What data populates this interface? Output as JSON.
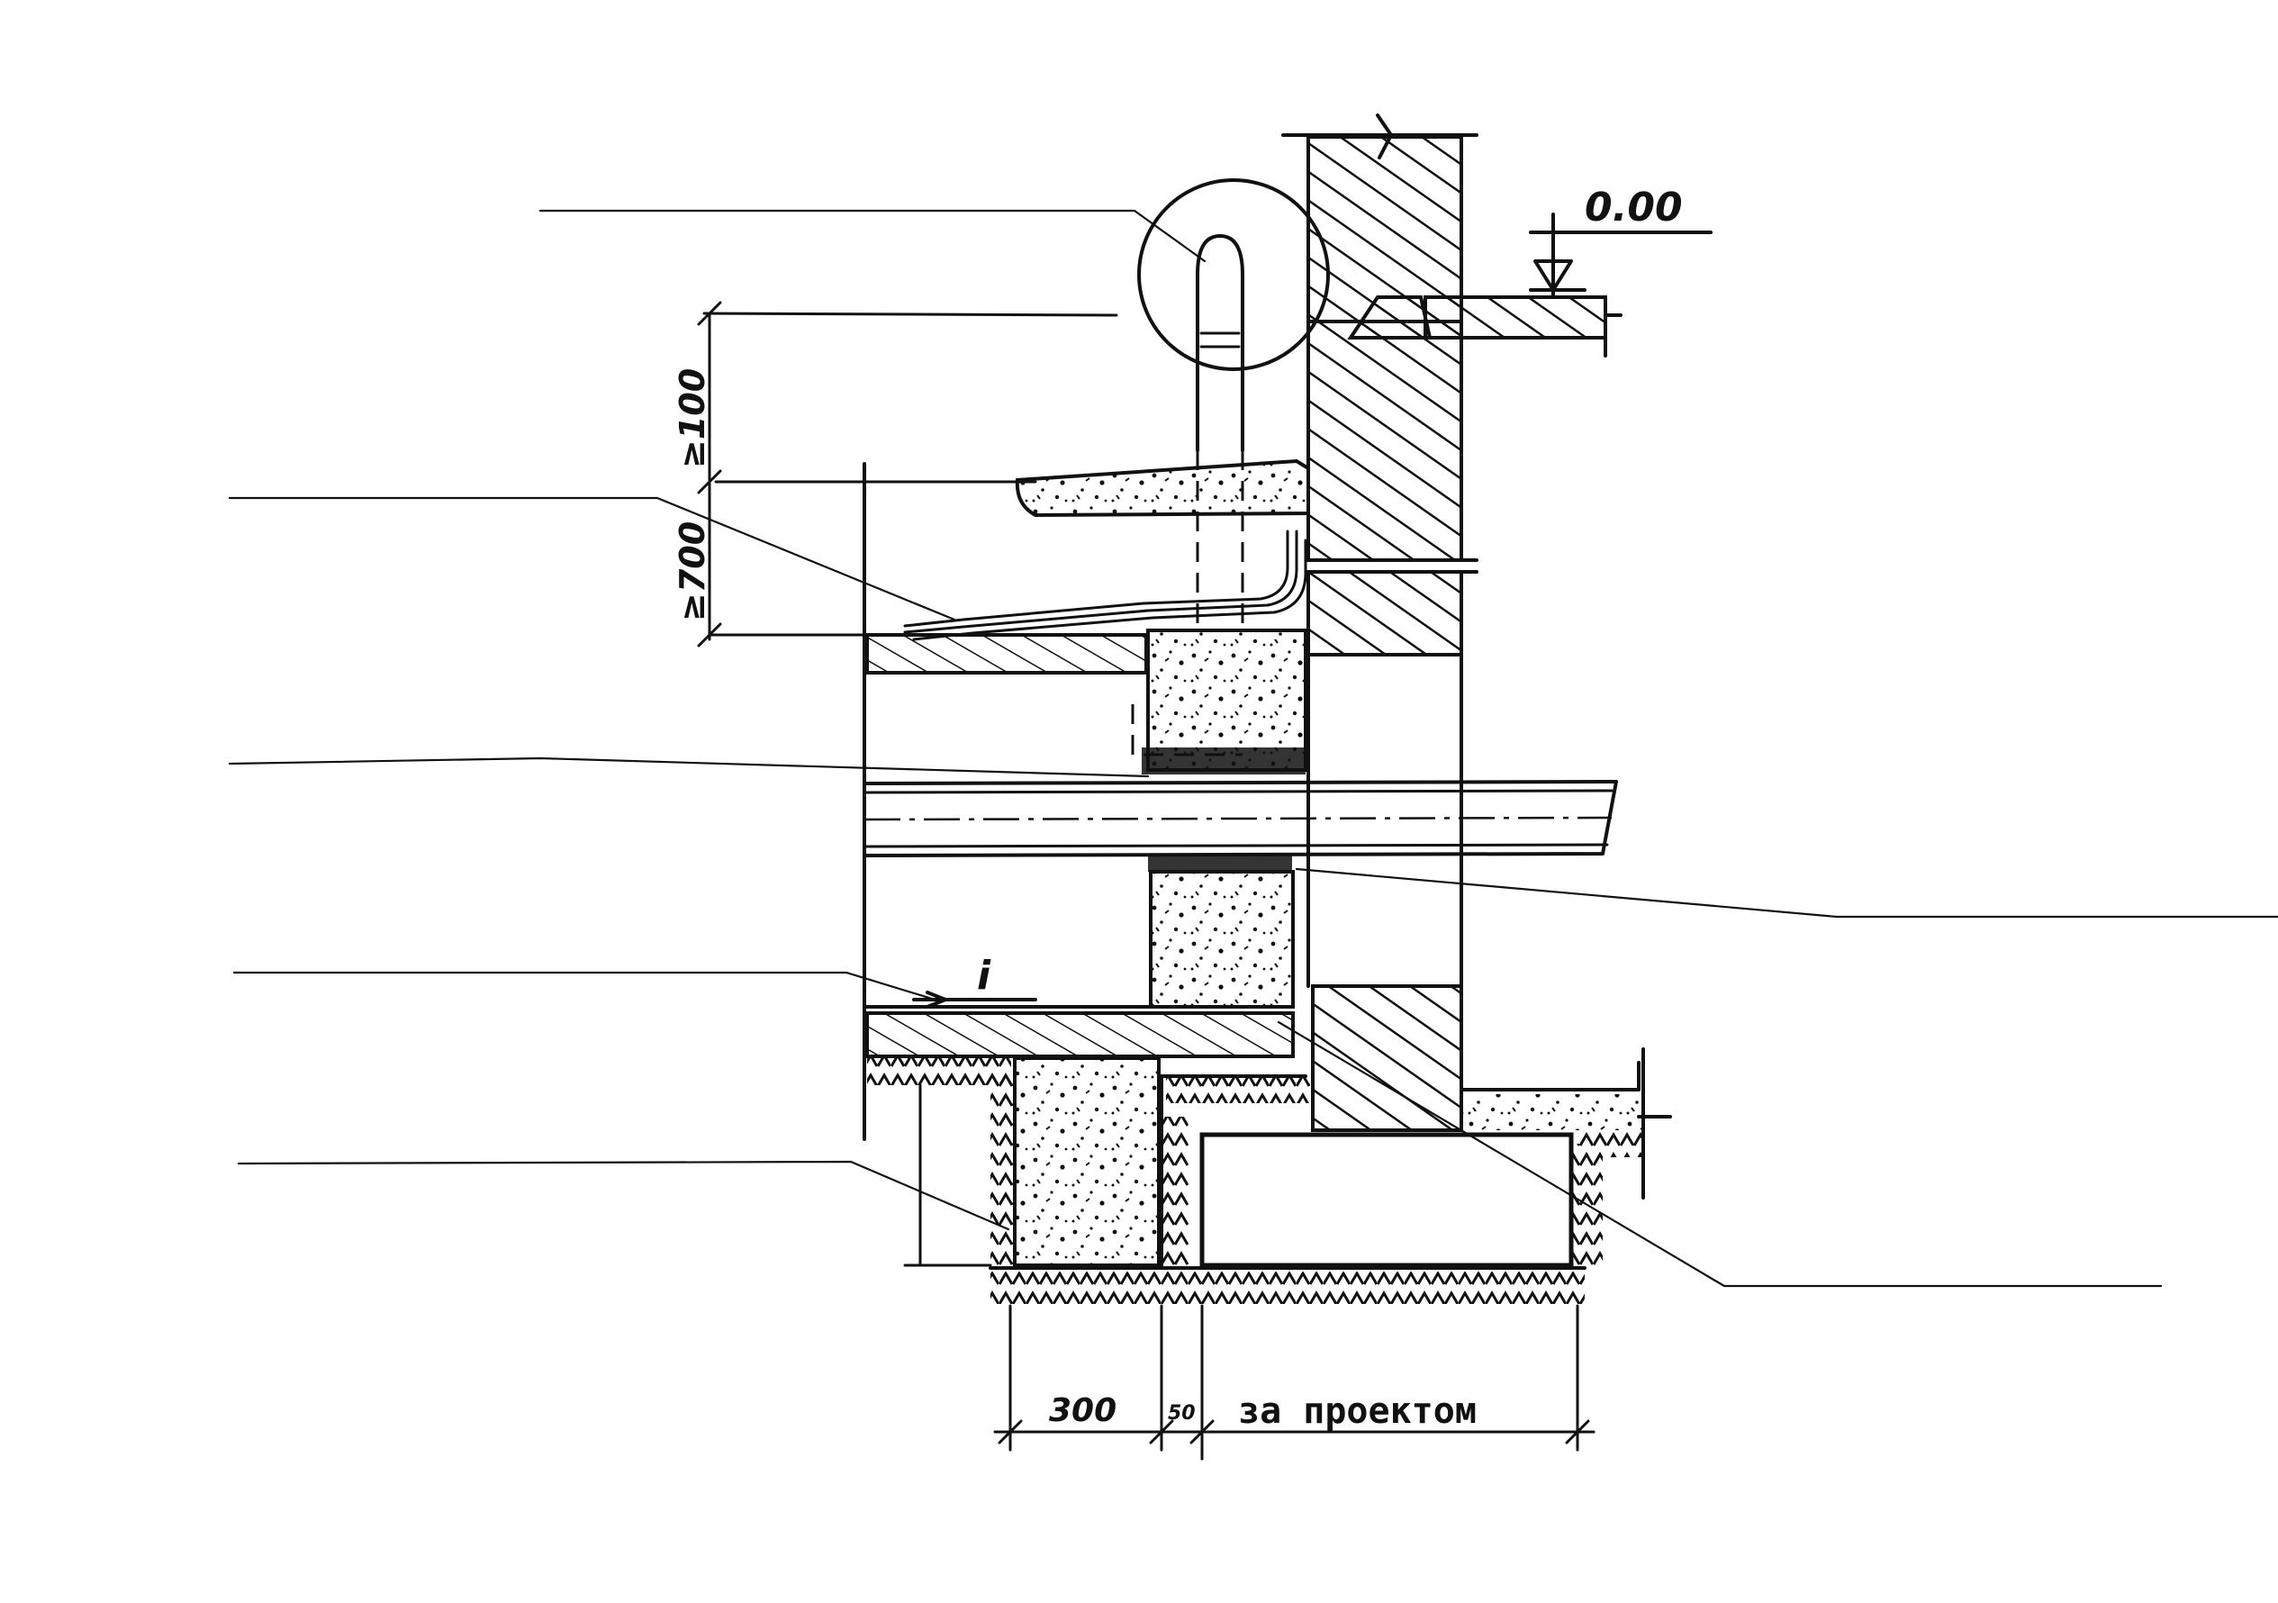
{
  "drawing": {
    "elevation_mark": "0.00",
    "dimension_upper": "≥100",
    "dimension_lower": "≥700",
    "slope_mark": "i",
    "dimension_foundation_width": "300",
    "dimension_gap": "50",
    "dimension_by_design": "за проектом"
  }
}
